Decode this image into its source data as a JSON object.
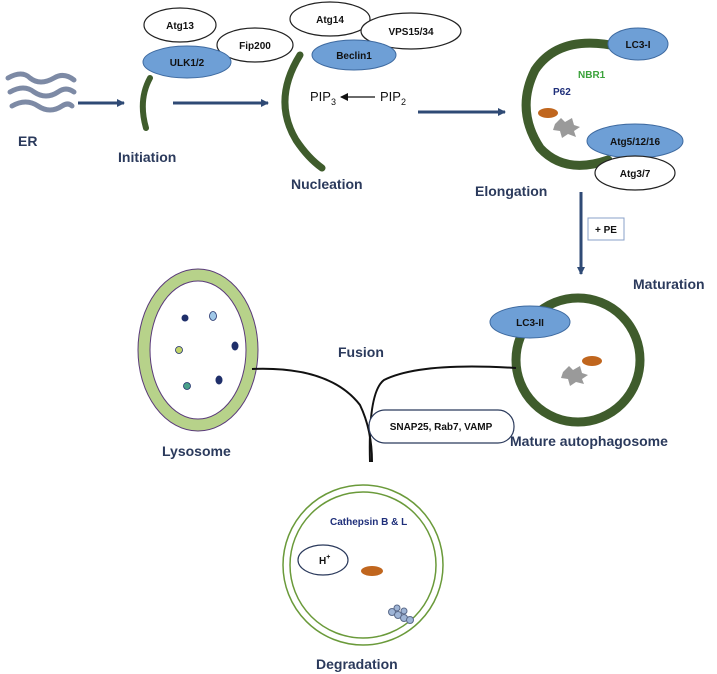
{
  "colors": {
    "stage_text": "#2b3a5c",
    "arrow": "#2f4a75",
    "membrane": "#3f5c2c",
    "blue_pill": "#6e9fd6",
    "lysosome_ring": "#b7d28a",
    "cargo": "#c0661e"
  },
  "stages": {
    "er": "ER",
    "initiation": "Initiation",
    "nucleation": "Nucleation",
    "elongation": "Elongation",
    "maturation": "Maturation",
    "fusion": "Fusion",
    "lysosome": "Lysosome",
    "mature_autophagosome": "Mature autophagosome",
    "degradation": "Degradation"
  },
  "proteins": {
    "atg13": "Atg13",
    "fip200": "Fip200",
    "ulk": "ULK1/2",
    "atg14": "Atg14",
    "vps": "VPS15/34",
    "beclin": "Beclin1",
    "lc3i": "LC3-I",
    "nbr1": "NBR1",
    "p62": "P62",
    "atg5": "Atg5/12/16",
    "atg37": "Atg3/7",
    "pe": "+ PE",
    "lc3ii": "LC3-II",
    "snare": "SNAP25, Rab7, VAMP",
    "cathepsin": "Cathepsin B & L"
  },
  "lipids": {
    "pip3_base": "PIP",
    "pip3_sub": "3",
    "pip2_base": "PIP",
    "pip2_sub": "2"
  },
  "proton": {
    "base": "H",
    "sup": "+"
  }
}
